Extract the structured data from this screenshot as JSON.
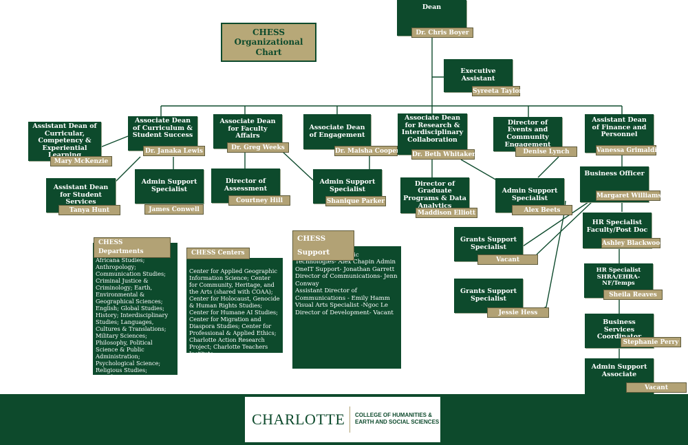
{
  "title": {
    "line1": "CHESS",
    "line2": "Organizational Chart"
  },
  "dean": {
    "title": "Dean",
    "name": "Dr. Chris Boyer"
  },
  "executive_assistant": {
    "title": "Executive Assistant",
    "name": "Syreeta Taylor"
  },
  "curricular_dean": {
    "title": "Assistant Dean of Curricular, Competency & Experiential Learning",
    "name": "Mary McKenzie"
  },
  "student_services_dean": {
    "title": "Assistant Dean for Student Services",
    "name": "Tanya Hunt"
  },
  "assoc_curriculum": {
    "title": "Associate Dean of Curriculum & Student Success",
    "name": "Dr. Janaka Lewis"
  },
  "admin_conwell": {
    "title": "Admin Support Specialist",
    "name": "James Conwell"
  },
  "assoc_faculty": {
    "title": "Associate Dean for Faculty Affairs",
    "name": "Dr. Greg Weeks"
  },
  "director_assessment": {
    "title": "Director of Assessment",
    "name": "Courtney Hill"
  },
  "assoc_engagement": {
    "title": "Associate Dean of Engagement",
    "name": "Dr. Maisha Cooper"
  },
  "admin_parker": {
    "title": "Admin Support Specialist",
    "name": "Shanique Parker"
  },
  "assoc_research": {
    "title": "Associate Dean for Research & Interdisciplinary Collaboration",
    "name": "Dr. Beth Whitaker"
  },
  "director_graduate": {
    "title": "Director of Graduate Programs & Data Analytics",
    "name": "Maddison Elliott"
  },
  "director_events": {
    "title": "Director of Events and Community Engagement",
    "name": "Denise  Lynch"
  },
  "admin_beets": {
    "title": "Admin Support Specialist",
    "name": "Alex Beets"
  },
  "finance_dean": {
    "title": "Assistant Dean of Finance and Personnel",
    "name": "Vanessa Grimaldi"
  },
  "business_officer": {
    "title": "Business Officer",
    "name": "Margaret Williams"
  },
  "hr_faculty": {
    "title": "HR Specialist Faculty/Post Doc",
    "name": "Ashley Blackwood"
  },
  "hr_shra": {
    "title": "HR Specialist SHRA/EHRA-NF/Temps",
    "name": "Sheila Reaves"
  },
  "business_services": {
    "title": "Business Services Coordinator",
    "name": "Stephanie Perry"
  },
  "admin_vacant": {
    "title": "Admin Support Associate",
    "name": "Vacant"
  },
  "grants_vacant": {
    "title": "Grants Support Specialist",
    "name": "Vacant"
  },
  "grants_hess": {
    "title": "Grants Support Specialist",
    "name": "Jessie Hess"
  },
  "departments": {
    "heading": "CHESS Departments",
    "body": "Aerospace Studies; Africana Studies; Anthropology; Communication Studies; Criminal Justice & Criminology; Earth, Environmental & Geographical Sciences; English; Global Studies; History; Interdisciplinary Studies; Languages, Cultures & Translations; Military Sciences; Philosophy, Political Science & Public Administration; Psychological Science; Religious Studies; Sociology; Writing,  Rhetorical & Digital Studies (program under COMM)"
  },
  "centers": {
    "heading": "CHESS Centers",
    "body": "Center for Applied Geographic Information Science; Center for Community, Heritage, and the Arts (shared with COAA); Center for Holocaust, Genocide & Human Rights Studies; Center for Humane AI Studies; Center for Migration and Diaspora Studies; Center for Professional & Applied Ethics; Charlotte Action Research Project; Charlotte Teachers Institute"
  },
  "support": {
    "heading": "CHESS Support",
    "lines": [
      "Director of Academic Technologies- Alex Chapin Admin",
      "OneIT Support- Jonathan Garrett",
      "Director of Communications- Jenn Conway",
      "Assistant Director of Communications - Emily Hamm",
      "Visual Arts Specialist -Ngoc Le",
      "Director of Development- Vacant"
    ]
  },
  "footer": {
    "brand": "CHARLOTTE",
    "college_line1": "COLLEGE OF HUMANITIES &",
    "college_line2": "EARTH AND SOCIAL SCIENCES"
  },
  "colors": {
    "green": "#0d4a2c",
    "gold": "#b2a275",
    "white": "#ffffff"
  }
}
